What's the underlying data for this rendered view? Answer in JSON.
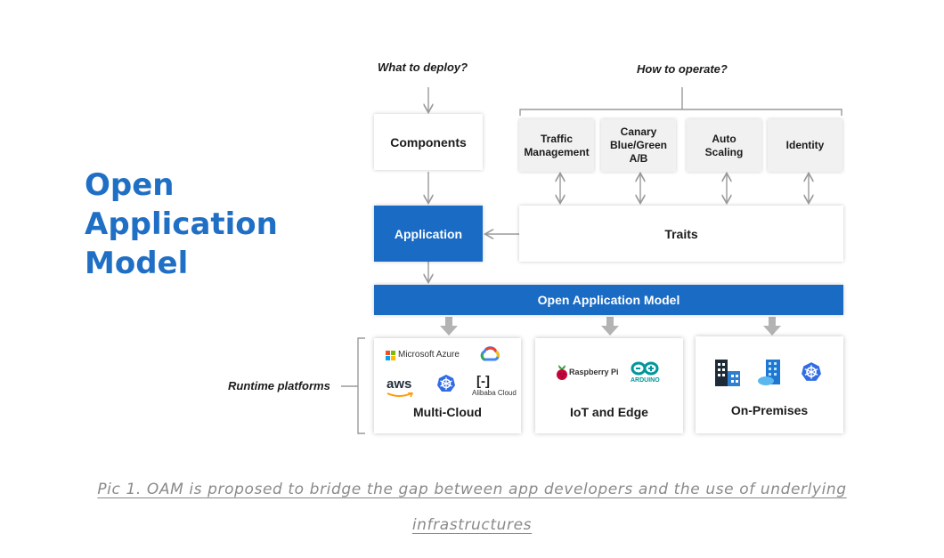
{
  "title_lines": [
    "Open",
    "Application",
    "Model"
  ],
  "questions": {
    "deploy": "What to deploy?",
    "operate": "How to operate?"
  },
  "boxes": {
    "components": "Components",
    "application": "Application",
    "traits": "Traits",
    "oam_bar": "Open Application Model"
  },
  "traits": [
    {
      "label": "Traffic\nManagement"
    },
    {
      "label": "Canary\nBlue/Green\nA/B"
    },
    {
      "label": "Auto\nScaling"
    },
    {
      "label": "Identity"
    }
  ],
  "runtime_label": "Runtime platforms",
  "platforms": [
    {
      "title": "Multi-Cloud",
      "logos": [
        "Microsoft Azure",
        "aws",
        "Alibaba Cloud"
      ],
      "icons": [
        "azure-icon",
        "google-cloud-icon",
        "kubernetes-icon",
        "alibaba-cloud-icon"
      ]
    },
    {
      "title": "IoT and Edge",
      "logos": [
        "Raspberry Pi",
        "ARDUINO"
      ],
      "icons": [
        "raspberry-pi-icon",
        "arduino-icon"
      ]
    },
    {
      "title": "On-Premises",
      "logos": [],
      "icons": [
        "building-icon",
        "datacenter-icon",
        "kubernetes-icon"
      ]
    }
  ],
  "caption": {
    "line1": "Pic 1. OAM is proposed to bridge the gap between app developers and the use of underlying",
    "line2": "infrastructures"
  },
  "colors": {
    "accent": "#1a6bc4",
    "title": "#1f6fc5",
    "caption": "#8a8a8a",
    "arrow": "#9a9a9a"
  }
}
